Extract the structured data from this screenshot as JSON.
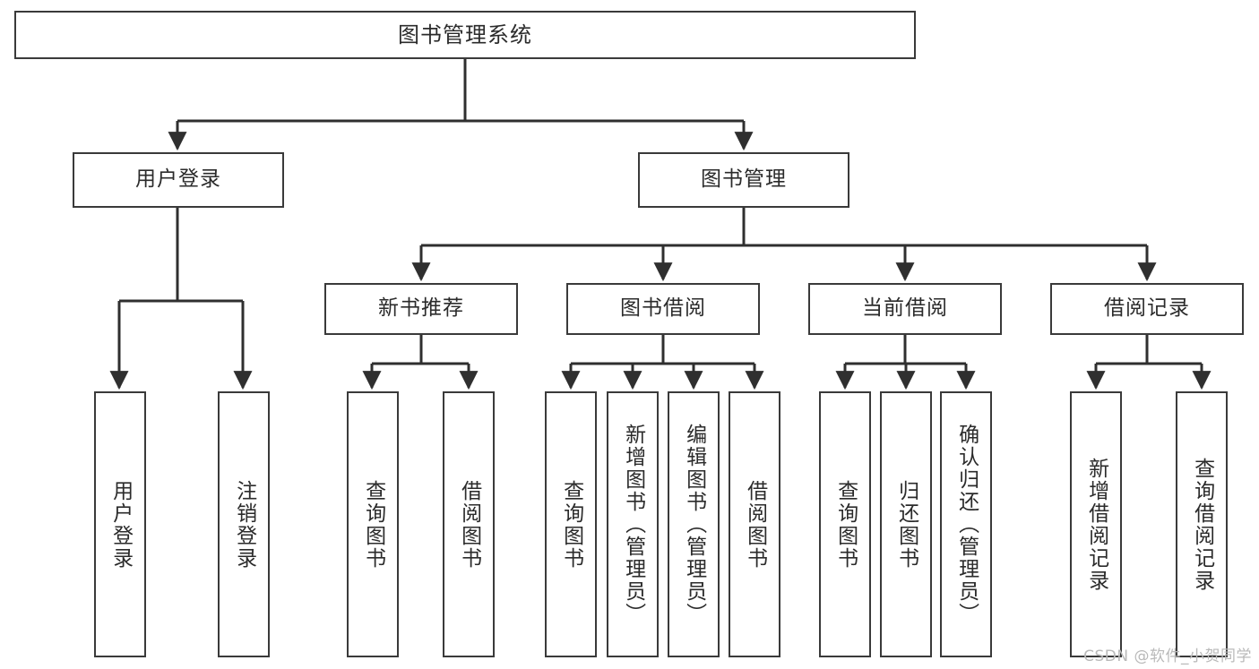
{
  "diagram": {
    "title": "图书管理系统",
    "watermark": "CSDN @软件_小贺同学",
    "colors": {
      "box_border": "#3a3a3a",
      "box_fill": "#ffffff",
      "edge": "#2f2f2f",
      "text": "#2b2b2b",
      "watermark": "#b9b9b9",
      "background": "#ffffff"
    },
    "levels": {
      "level1": "图书管理系统",
      "level2": [
        "用户登录",
        "图书管理"
      ],
      "level3": [
        "新书推荐",
        "图书借阅",
        "当前借阅",
        "借阅记录"
      ]
    },
    "nodes": {
      "root": {
        "label": "图书管理系统"
      },
      "user_login": {
        "label": "用户登录"
      },
      "book_manage": {
        "label": "图书管理"
      },
      "new_book_rec": {
        "label": "新书推荐"
      },
      "book_borrow": {
        "label": "图书借阅"
      },
      "current_borrow": {
        "label": "当前借阅"
      },
      "borrow_record": {
        "label": "借阅记录"
      },
      "leaf_user_login": {
        "label": "用户登录"
      },
      "leaf_logout": {
        "label": "注销登录"
      },
      "leaf_query_book_1": {
        "label": "查询图书"
      },
      "leaf_borrow_book_1": {
        "label": "借阅图书"
      },
      "leaf_query_book_2": {
        "label": "查询图书"
      },
      "leaf_add_book": {
        "label": "新增图书（管理员）"
      },
      "leaf_edit_book": {
        "label": "编辑图书（管理员）"
      },
      "leaf_borrow_book_2": {
        "label": "借阅图书"
      },
      "leaf_query_book_3": {
        "label": "查询图书"
      },
      "leaf_return_book": {
        "label": "归还图书"
      },
      "leaf_confirm_return": {
        "label": "确认归还（管理员）"
      },
      "leaf_add_record": {
        "label": "新增借阅记录"
      },
      "leaf_query_record": {
        "label": "查询借阅记录"
      }
    },
    "tree": {
      "name": "图书管理系统",
      "children": [
        {
          "name": "用户登录",
          "children": [
            {
              "name": "用户登录"
            },
            {
              "name": "注销登录"
            }
          ]
        },
        {
          "name": "图书管理",
          "children": [
            {
              "name": "新书推荐",
              "children": [
                {
                  "name": "查询图书"
                },
                {
                  "name": "借阅图书"
                }
              ]
            },
            {
              "name": "图书借阅",
              "children": [
                {
                  "name": "查询图书"
                },
                {
                  "name": "新增图书（管理员）"
                },
                {
                  "name": "编辑图书（管理员）"
                },
                {
                  "name": "借阅图书"
                }
              ]
            },
            {
              "name": "当前借阅",
              "children": [
                {
                  "name": "查询图书"
                },
                {
                  "name": "归还图书"
                },
                {
                  "name": "确认归还（管理员）"
                }
              ]
            },
            {
              "name": "借阅记录",
              "children": [
                {
                  "name": "新增借阅记录"
                },
                {
                  "name": "查询借阅记录"
                }
              ]
            }
          ]
        }
      ]
    }
  }
}
